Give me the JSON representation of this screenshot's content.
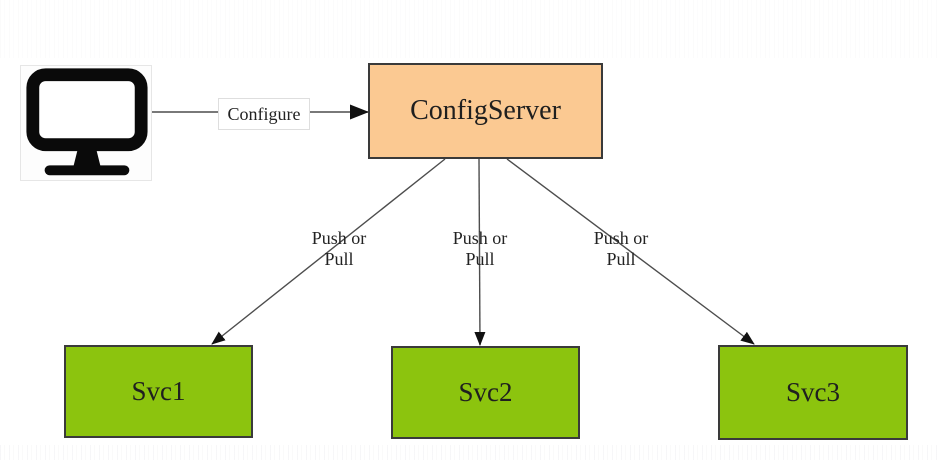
{
  "diagram": {
    "background": "#ffffff",
    "connector_color": "#4d4d4d",
    "arrow_color": "#111111",
    "nodes": {
      "client": {
        "icon": "monitor-icon",
        "icon_color": "#0a0a0a"
      },
      "config_server": {
        "label": "ConfigServer",
        "fill": "#FBC992",
        "border_color": "#3a3a3a",
        "text_color": "#1f1f1f"
      },
      "svc1": {
        "label": "Svc1",
        "fill": "#8CC40E",
        "border_color": "#3a3a3a",
        "text_color": "#1f1f1f"
      },
      "svc2": {
        "label": "Svc2",
        "fill": "#8CC40E",
        "border_color": "#3a3a3a",
        "text_color": "#1f1f1f"
      },
      "svc3": {
        "label": "Svc3",
        "fill": "#8CC40E",
        "border_color": "#3a3a3a",
        "text_color": "#1f1f1f"
      }
    },
    "edges": {
      "configure": {
        "from": "client",
        "to": "config_server",
        "label": "Configure"
      },
      "push_pull_1": {
        "from": "config_server",
        "to": "svc1",
        "label": "Push or\nPull"
      },
      "push_pull_2": {
        "from": "config_server",
        "to": "svc2",
        "label": "Push or\nPull"
      },
      "push_pull_3": {
        "from": "config_server",
        "to": "svc3",
        "label": "Push or\nPull"
      }
    }
  }
}
